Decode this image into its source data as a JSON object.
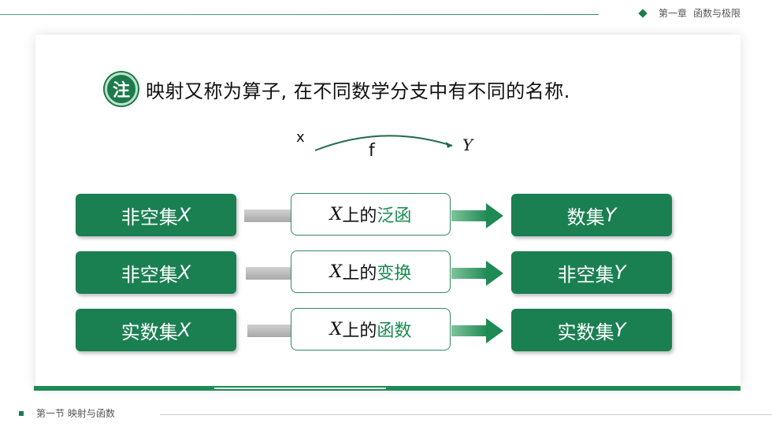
{
  "header": {
    "chapter": "第一章",
    "chapter_title": "函数与极限"
  },
  "note": {
    "badge": "注",
    "text": "映射又称为算子, 在不同数学分支中有不同的名称."
  },
  "mapping": {
    "from": "x",
    "label": "f",
    "to": "Y"
  },
  "rows": [
    {
      "left_prefix": "非空集",
      "left_var": "X",
      "mid_var": "X",
      "mid_mid": "上的",
      "mid_kw": "泛函",
      "right_prefix": "数集",
      "right_var": "Y"
    },
    {
      "left_prefix": "非空集",
      "left_var": "X",
      "mid_var": "X",
      "mid_mid": "上的",
      "mid_kw": "变换",
      "right_prefix": "非空集",
      "right_var": "Y"
    },
    {
      "left_prefix": "实数集",
      "left_var": "X",
      "mid_var": "X",
      "mid_mid": "上的",
      "mid_kw": "函数",
      "right_prefix": "实数集",
      "right_var": "Y"
    }
  ],
  "footer": {
    "section": "第一节",
    "section_title": "映射与函数"
  },
  "colors": {
    "accent": "#1a7f51",
    "keyword": "#1a8a52",
    "arrow": "#1f8a54"
  }
}
